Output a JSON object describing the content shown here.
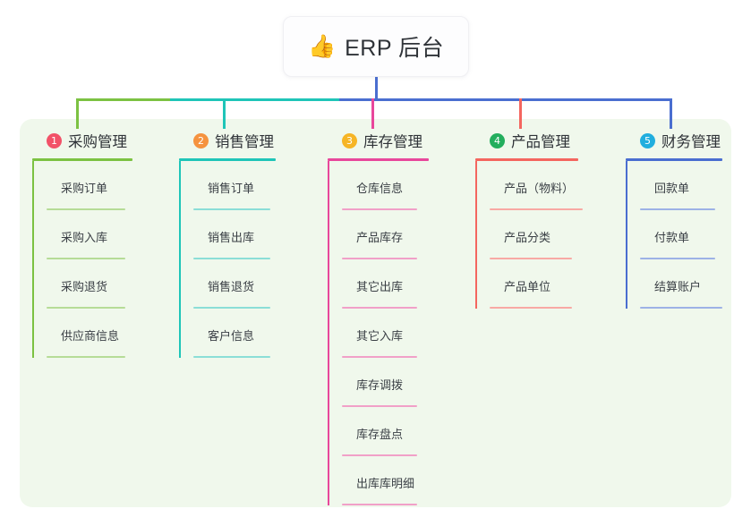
{
  "root": {
    "icon": "thumbs-up-emoji",
    "emoji": "👍",
    "title": "ERP 后台"
  },
  "panel": {
    "background_color": "#f0f8ec"
  },
  "diagram": {
    "type": "mind-map",
    "orientation": "top-down",
    "columns": [
      {
        "index": "1",
        "badge_color": "#f25268",
        "title": "采购管理",
        "rule_color": "#7cc242",
        "spine_color": "#7cc242",
        "leaf_rule_color": "#b6dc97",
        "stem_color": "#7cc242",
        "items": [
          "采购订单",
          "采购入库",
          "采购退货",
          "供应商信息"
        ]
      },
      {
        "index": "2",
        "badge_color": "#f5933f",
        "title": "销售管理",
        "rule_color": "#1fc5b8",
        "spine_color": "#1fc5b8",
        "leaf_rule_color": "#8bded7",
        "stem_color": "#1fc5b8",
        "items": [
          "销售订单",
          "销售出库",
          "销售退货",
          "客户信息"
        ]
      },
      {
        "index": "3",
        "badge_color": "#f6b526",
        "title": "库存管理",
        "rule_color": "#e8479b",
        "spine_color": "#e8479b",
        "leaf_rule_color": "#f1a0c8",
        "stem_color": "#e8479b",
        "items": [
          "仓库信息",
          "产品库存",
          "其它出库",
          "其它入库",
          "库存调拨",
          "库存盘点",
          "出库库明细"
        ]
      },
      {
        "index": "4",
        "badge_color": "#23ae5d",
        "title": "产品管理",
        "rule_color": "#f4665f",
        "spine_color": "#f4665f",
        "leaf_rule_color": "#f8a9a4",
        "stem_color": "#f4665f",
        "items": [
          "产品（物料）",
          "产品分类",
          "产品单位"
        ]
      },
      {
        "index": "5",
        "badge_color": "#21aede",
        "title": "财务管理",
        "rule_color": "#4a6ed0",
        "spine_color": "#4a6ed0",
        "leaf_rule_color": "#9db2e6",
        "stem_color": "#4a6ed0",
        "items": [
          "回款单",
          "付款单",
          "结算账户"
        ]
      }
    ],
    "connector_colors": {
      "root_stem": "#4a6ed0",
      "bar_segment_1": "#7cc242",
      "bar_segment_2": "#1fc5b8",
      "bar_segment_3": "#4a6ed0"
    }
  }
}
